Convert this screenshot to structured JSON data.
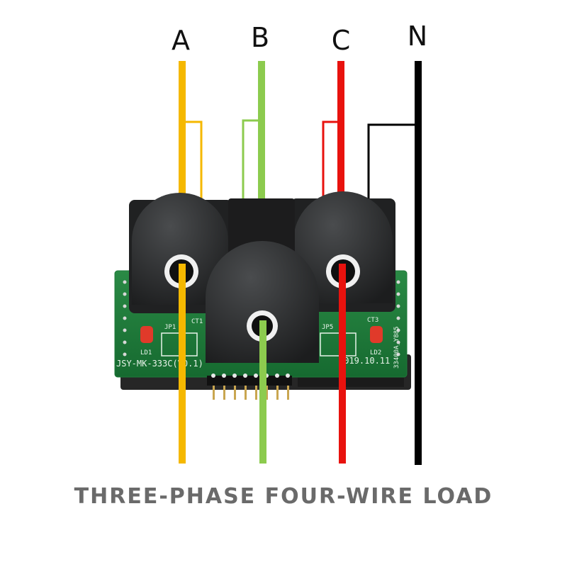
{
  "phases": [
    {
      "label": "A",
      "color": "#F5B800"
    },
    {
      "label": "B",
      "color": "#8CCB4E"
    },
    {
      "label": "C",
      "color": "#E8120E"
    },
    {
      "label": "N",
      "color": "#000000"
    }
  ],
  "board": {
    "model": "JSY-MK-333C(V0.1)",
    "date": "2019.10.11",
    "code": "33400A_Y885",
    "led_left": "LD1",
    "led_right": "LD2",
    "jumper_left": "JP1",
    "jumper_right": "JP5",
    "ct_left": "CT1",
    "ct_right": "CT3",
    "pcb_color": "#1F7A3A"
  },
  "caption": "THREE-PHASE FOUR-WIRE LOAD"
}
